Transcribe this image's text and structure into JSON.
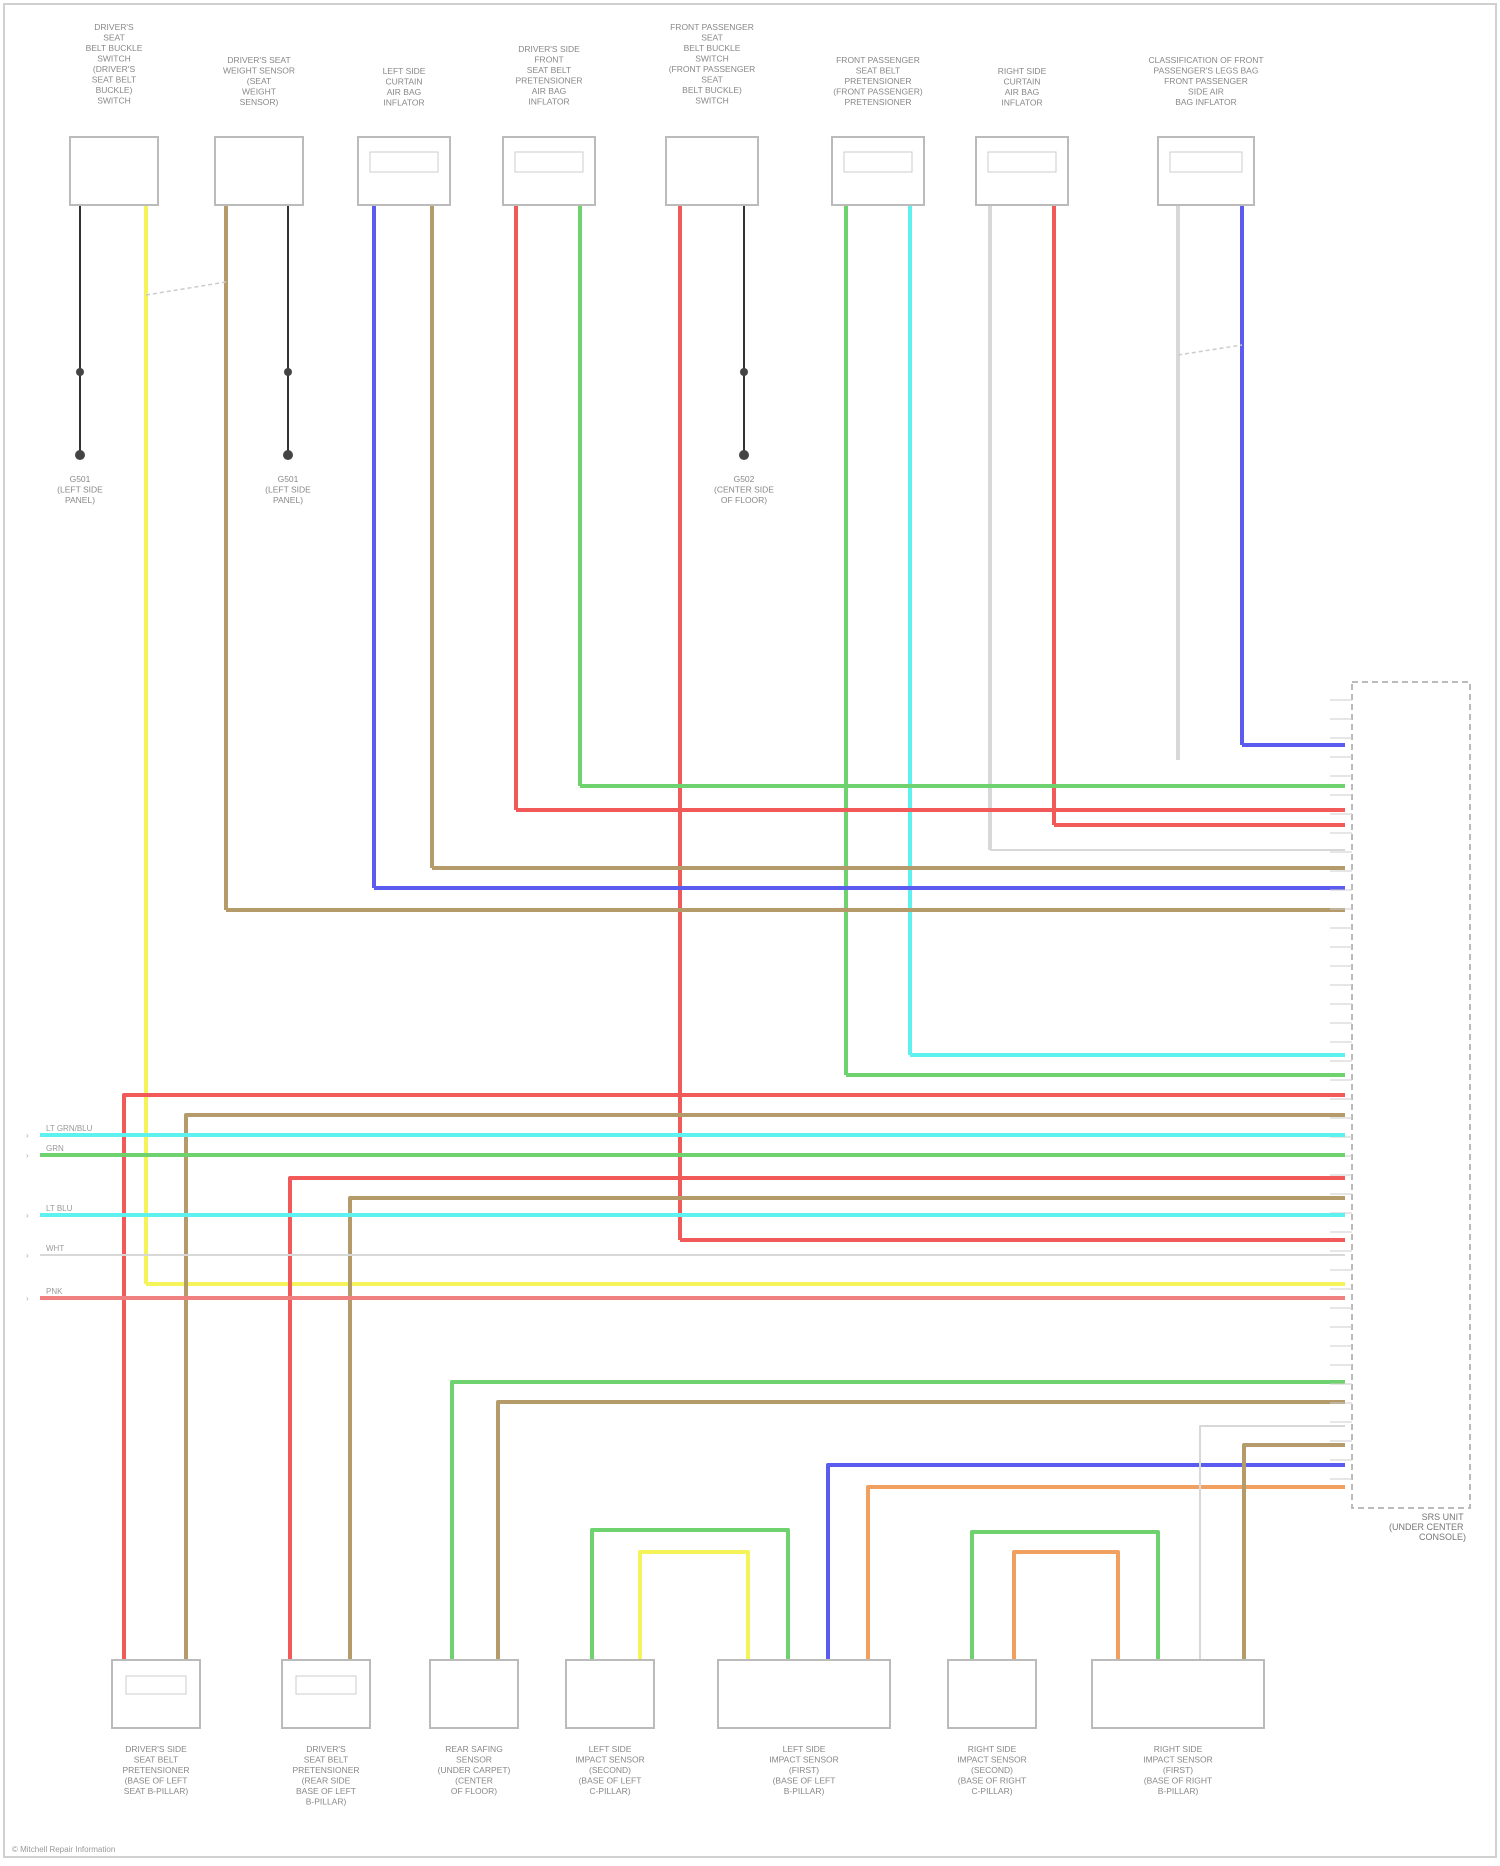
{
  "colors": {
    "red": "#f25a5a",
    "green": "#6ed36e",
    "blue": "#5b5bf0",
    "cyan": "#5ff0f0",
    "yellow": "#f4f45a",
    "tan": "#b59a6a",
    "pink": "#f08080",
    "orange": "#f2a060",
    "white": "#d8d8d8",
    "black": "#333333"
  },
  "top_components": [
    {
      "label": [
        "DRIVER'S",
        "SEAT",
        "BELT BUCKLE",
        "SWITCH",
        "(DRIVER'S",
        "SEAT BELT",
        "BUCKLE)",
        "SWITCH"
      ]
    },
    {
      "label": [
        "DRIVER'S SEAT",
        "WEIGHT SENSOR",
        "(SEAT",
        "WEIGHT",
        "SENSOR)"
      ]
    },
    {
      "label": [
        "LEFT SIDE",
        "CURTAIN",
        "AIR BAG",
        "INFLATOR"
      ]
    },
    {
      "label": [
        "DRIVER'S SIDE",
        "FRONT",
        "SEAT BELT",
        "PRETENSIONER",
        "AIR BAG",
        "INFLATOR"
      ]
    },
    {
      "label": [
        "FRONT PASSENGER",
        "SEAT",
        "BELT BUCKLE",
        "SWITCH",
        "(FRONT PASSENGER",
        "SEAT",
        "BELT BUCKLE)",
        "SWITCH"
      ]
    },
    {
      "label": [
        "FRONT PASSENGER",
        "SEAT BELT",
        "PRETENSIONER",
        "(FRONT PASSENGER)",
        "PRETENSIONER"
      ]
    },
    {
      "label": [
        "RIGHT SIDE",
        "CURTAIN",
        "AIR BAG",
        "INFLATOR"
      ]
    },
    {
      "label": [
        "CLASSIFICATION OF FRONT",
        "PASSENGER'S LEGS BAG",
        "FRONT PASSENGER",
        "SIDE AIR",
        "BAG INFLATOR"
      ]
    }
  ],
  "grounds": [
    {
      "label": [
        "G501",
        "(LEFT SIDE",
        "PANEL)"
      ]
    },
    {
      "label": [
        "G501",
        "(LEFT SIDE",
        "PANEL)"
      ]
    },
    {
      "label": [
        "G502",
        "(CENTER SIDE",
        "OF FLOOR)"
      ]
    }
  ],
  "srs_unit": {
    "label": [
      "SRS UNIT",
      "(UNDER CENTER",
      "CONSOLE)"
    ]
  },
  "inputs": [
    {
      "label": "LT GRN/BLU"
    },
    {
      "label": "GRN"
    },
    {
      "label": "LT BLU"
    },
    {
      "label": "WHT"
    },
    {
      "label": "PNK"
    }
  ],
  "bottom_components": [
    {
      "label": [
        "DRIVER'S SIDE",
        "SEAT BELT",
        "PRETENSIONER",
        "(BASE OF LEFT",
        "SEAT B-PILLAR)"
      ]
    },
    {
      "label": [
        "DRIVER'S",
        "SEAT BELT",
        "PRETENSIONER",
        "(REAR SIDE",
        "BASE OF LEFT",
        "B-PILLAR)"
      ]
    },
    {
      "label": [
        "REAR SAFING",
        "SENSOR",
        "(UNDER CARPET)",
        "(CENTER",
        "OF FLOOR)"
      ]
    },
    {
      "label": [
        "LEFT SIDE",
        "IMPACT SENSOR",
        "(SECOND)",
        "(BASE OF LEFT",
        "C-PILLAR)"
      ]
    },
    {
      "label": [
        "LEFT SIDE",
        "IMPACT SENSOR",
        "(FIRST)",
        "(BASE OF LEFT",
        "B-PILLAR)"
      ]
    },
    {
      "label": [
        "RIGHT SIDE",
        "IMPACT SENSOR",
        "(SECOND)",
        "(BASE OF RIGHT",
        "C-PILLAR)"
      ]
    },
    {
      "label": [
        "RIGHT SIDE",
        "IMPACT SENSOR",
        "(FIRST)",
        "(BASE OF RIGHT",
        "B-PILLAR)"
      ]
    }
  ],
  "footer": "© Mitchell Repair Information"
}
